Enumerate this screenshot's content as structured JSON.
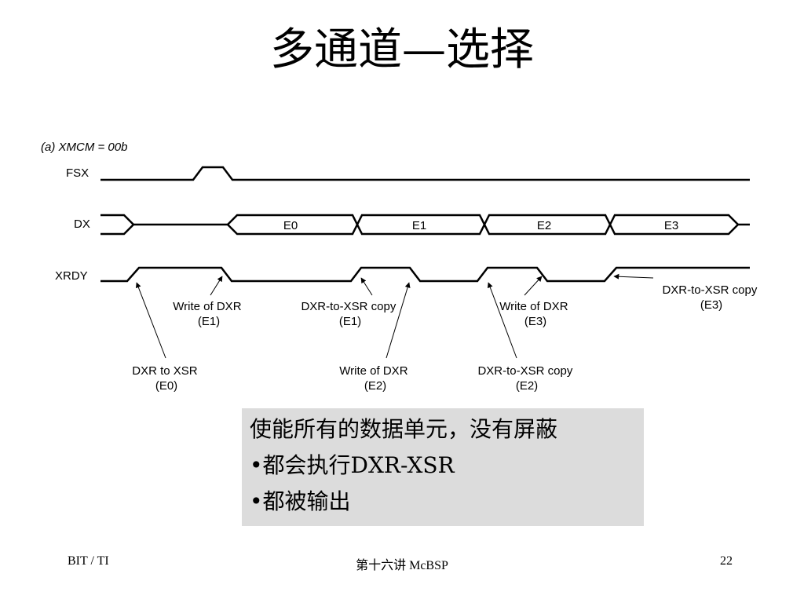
{
  "title": "多通道—选择",
  "diagram": {
    "caption": "(a) XMCM = 00b",
    "signals": [
      "FSX",
      "DX",
      "XRDY"
    ],
    "data_slots": [
      "E0",
      "E1",
      "E2",
      "E3"
    ],
    "annotations": [
      {
        "line1": "Write of DXR",
        "line2": "(E1)"
      },
      {
        "line1": "DXR-to-XSR copy",
        "line2": "(E1)"
      },
      {
        "line1": "Write of DXR",
        "line2": "(E3)"
      },
      {
        "line1": "DXR-to-XSR copy",
        "line2": "(E3)"
      },
      {
        "line1": "DXR to XSR",
        "line2": "(E0)"
      },
      {
        "line1": "Write of DXR",
        "line2": "(E2)"
      },
      {
        "line1": "DXR-to-XSR copy",
        "line2": "(E2)"
      }
    ]
  },
  "note": {
    "lines": [
      "使能所有的数据单元，没有屏蔽",
      "•都会执行DXR-XSR",
      "•都被输出"
    ]
  },
  "footer": {
    "left": "BIT / TI",
    "center": "第十六讲 McBSP",
    "page": "22"
  }
}
